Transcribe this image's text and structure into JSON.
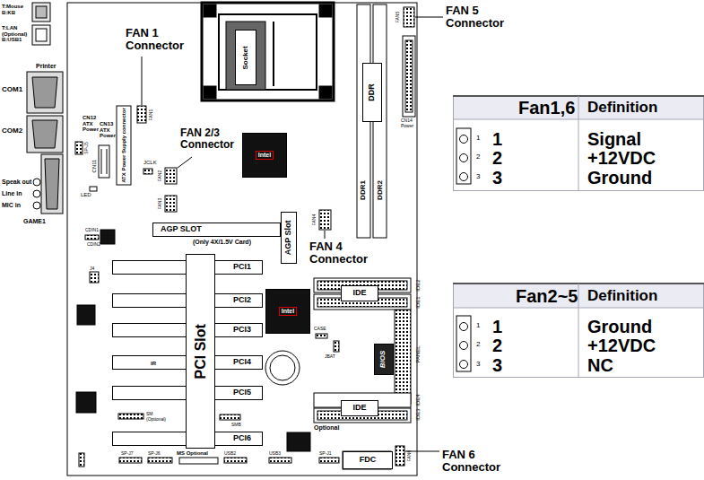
{
  "diagram": {
    "nodes": [
      {
        "text": [
          "Socket"
        ]
      },
      {
        "text": [
          "DDR"
        ]
      },
      {
        "text": [
          "Intel"
        ]
      },
      {
        "text": [
          "AGP SLOT"
        ]
      },
      {
        "text": [
          "AGP Slot"
        ]
      },
      {
        "text": [
          "PCI1"
        ]
      },
      {
        "text": [
          "PCI2"
        ]
      },
      {
        "text": [
          "PCI3"
        ]
      },
      {
        "text": [
          "PCI4"
        ]
      },
      {
        "text": [
          "PCI5"
        ]
      },
      {
        "text": [
          "PCI6"
        ]
      },
      {
        "text": [
          "PCI Slot"
        ]
      },
      {
        "text": [
          "Intel"
        ]
      },
      {
        "text": [
          "IDE"
        ]
      },
      {
        "text": [
          "BIOS"
        ]
      },
      {
        "text": [
          "IDE"
        ]
      },
      {
        "text": [
          "FDC"
        ]
      }
    ],
    "labels": [
      "T:Mouse B:KB",
      "T:LAN (Optional) B:USB1",
      "Printer",
      "COM1",
      "COM2",
      "CN12 ATX Power",
      "CN13 ATX Power",
      "SP-J5",
      "CN11",
      "ATX Power Supply connector",
      "FAN1",
      "LED",
      "JCLK",
      "FAN2",
      "FAN3",
      "Speak out",
      "Line in",
      "MIC in",
      "GAME1",
      "CDIN1",
      "CDIN2",
      "J4",
      "FAN 1 Connector",
      "FAN 2/3 Connector",
      "FAN5",
      "CN14 Power",
      "FAN 5 Connector",
      "DDR1",
      "DDR2",
      "(Only 4X/1.5V Card)",
      "FAN4",
      "FAN 4 Connector",
      "IDE2",
      "IDE1",
      "CASE",
      "JBAT",
      "PANEL",
      "IR",
      "SM (Optional)",
      "SMB",
      "IDE4",
      "IDE3",
      "Optional",
      "SP-J7",
      "SP-J6",
      "MS Optional",
      "USB2",
      "USB3",
      "SP-J1",
      "FAN6",
      "FAN 6 Connector",
      "Fan1,6",
      "Definition",
      "1",
      "1",
      "Signal",
      "2",
      "2",
      "+12VDC",
      "3",
      "3",
      "Ground",
      "Fan2~5",
      "Definition",
      "1",
      "1",
      "Ground",
      "2",
      "2",
      "+12VDC",
      "3",
      "3",
      "NC"
    ]
  }
}
